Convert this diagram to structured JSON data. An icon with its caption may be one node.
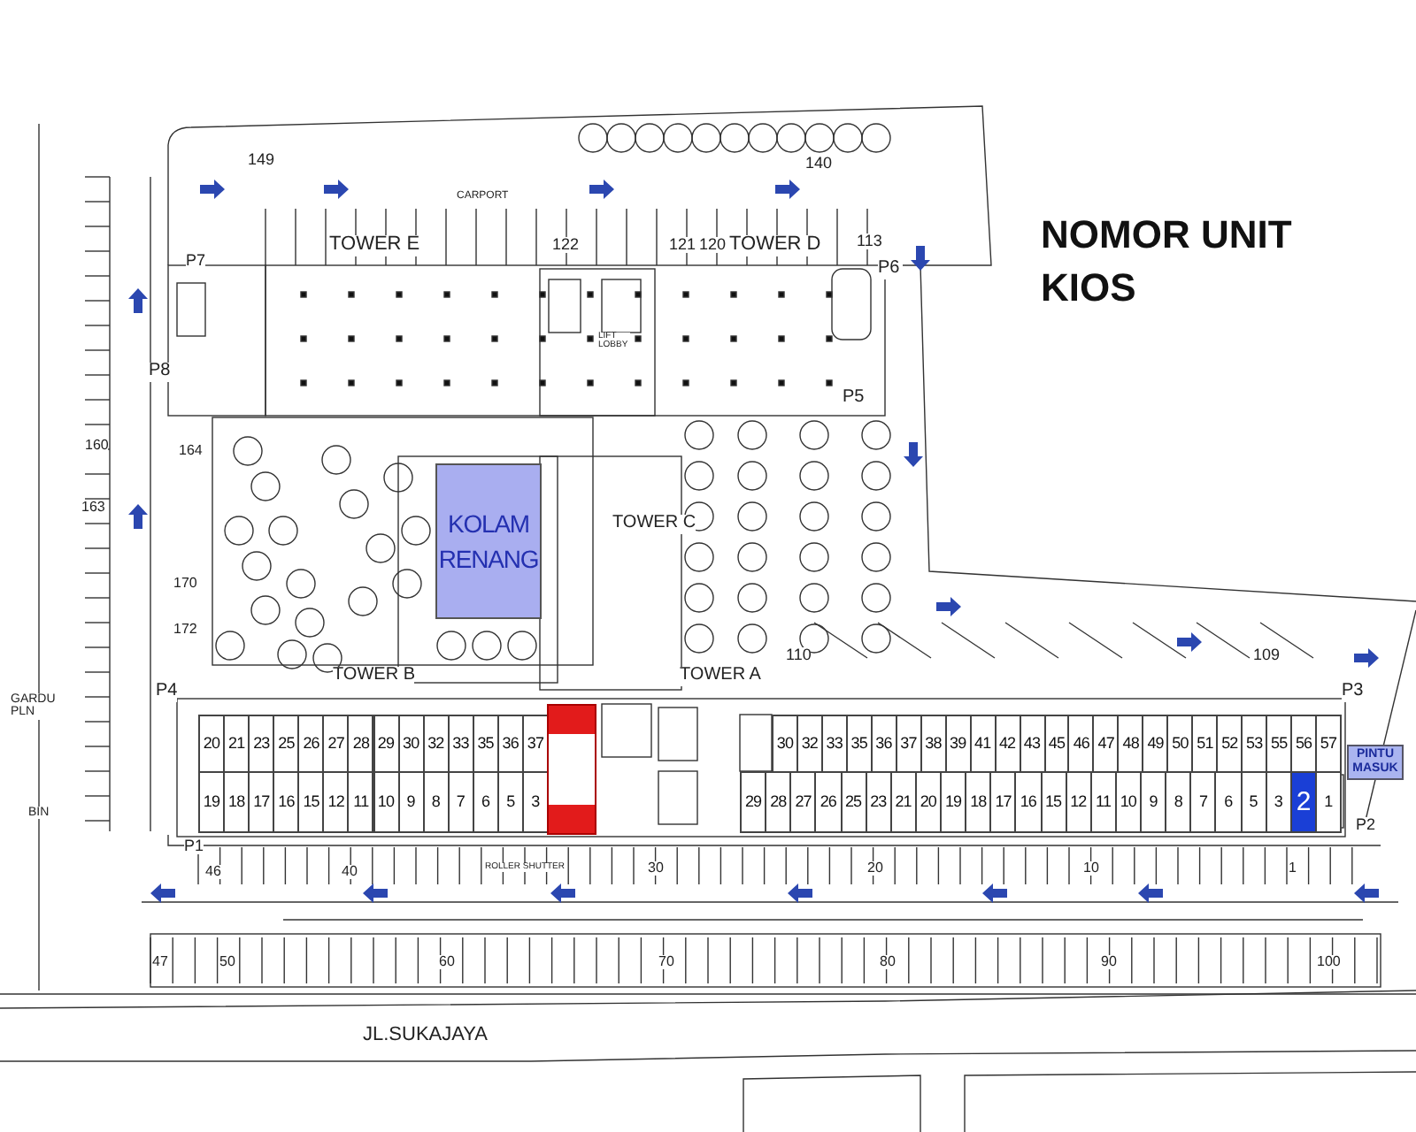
{
  "diagram": {
    "title": "NOMOR UNIT KIOS",
    "nodes": [
      {
        "text": [
          "KOLAM RENANG"
        ]
      },
      {
        "text": [
          "20"
        ]
      },
      {
        "text": [
          "21"
        ]
      },
      {
        "text": [
          "23"
        ]
      },
      {
        "text": [
          "25"
        ]
      },
      {
        "text": [
          "26"
        ]
      },
      {
        "text": [
          "27"
        ]
      },
      {
        "text": [
          "28"
        ]
      },
      {
        "text": [
          "29"
        ]
      },
      {
        "text": [
          "30"
        ]
      },
      {
        "text": [
          "32"
        ]
      },
      {
        "text": [
          "33"
        ]
      },
      {
        "text": [
          "35"
        ]
      },
      {
        "text": [
          "36"
        ]
      },
      {
        "text": [
          "37"
        ]
      },
      {
        "text": [
          "19"
        ]
      },
      {
        "text": [
          "18"
        ]
      },
      {
        "text": [
          "17"
        ]
      },
      {
        "text": [
          "16"
        ]
      },
      {
        "text": [
          "15"
        ]
      },
      {
        "text": [
          "12"
        ]
      },
      {
        "text": [
          "11"
        ]
      },
      {
        "text": [
          "10"
        ]
      },
      {
        "text": [
          "9"
        ]
      },
      {
        "text": [
          "8"
        ]
      },
      {
        "text": [
          "7"
        ]
      },
      {
        "text": [
          "6"
        ]
      },
      {
        "text": [
          "5"
        ]
      },
      {
        "text": [
          "3"
        ]
      },
      {
        "text": [],
        "shape": "box"
      },
      {
        "text": [
          "30"
        ]
      },
      {
        "text": [
          "32"
        ]
      },
      {
        "text": [
          "33"
        ]
      },
      {
        "text": [
          "35"
        ]
      },
      {
        "text": [
          "36"
        ]
      },
      {
        "text": [
          "37"
        ]
      },
      {
        "text": [
          "38"
        ]
      },
      {
        "text": [
          "39"
        ]
      },
      {
        "text": [
          "41"
        ]
      },
      {
        "text": [
          "42"
        ]
      },
      {
        "text": [
          "43"
        ]
      },
      {
        "text": [
          "45"
        ]
      },
      {
        "text": [
          "46"
        ]
      },
      {
        "text": [
          "47"
        ]
      },
      {
        "text": [
          "48"
        ]
      },
      {
        "text": [
          "49"
        ]
      },
      {
        "text": [
          "50"
        ]
      },
      {
        "text": [
          "51"
        ]
      },
      {
        "text": [
          "52"
        ]
      },
      {
        "text": [
          "53"
        ]
      },
      {
        "text": [
          "55"
        ]
      },
      {
        "text": [
          "56"
        ]
      },
      {
        "text": [
          "57"
        ]
      },
      {
        "text": [
          "29"
        ]
      },
      {
        "text": [
          "28"
        ]
      },
      {
        "text": [
          "27"
        ]
      },
      {
        "text": [
          "26"
        ]
      },
      {
        "text": [
          "25"
        ]
      },
      {
        "text": [
          "23"
        ]
      },
      {
        "text": [
          "21"
        ]
      },
      {
        "text": [
          "20"
        ]
      },
      {
        "text": [
          "19"
        ]
      },
      {
        "text": [
          "18"
        ]
      },
      {
        "text": [
          "17"
        ]
      },
      {
        "text": [
          "16"
        ]
      },
      {
        "text": [
          "15"
        ]
      },
      {
        "text": [
          "12"
        ]
      },
      {
        "text": [
          "11"
        ]
      },
      {
        "text": [
          "10"
        ]
      },
      {
        "text": [
          "9"
        ]
      },
      {
        "text": [
          "8"
        ]
      },
      {
        "text": [
          "7"
        ]
      },
      {
        "text": [
          "6"
        ]
      },
      {
        "text": [
          "5"
        ]
      },
      {
        "text": [
          "3"
        ]
      },
      {
        "text": [
          "2"
        ]
      },
      {
        "text": [
          "1"
        ]
      },
      {
        "text": [
          "PINTU MASUK"
        ]
      }
    ],
    "labels": [
      "CARPORT",
      "149",
      "140",
      "TOWER E",
      "122",
      "121",
      "120",
      "TOWER D",
      "113",
      "P7",
      "P6",
      "LIFT LOBBY",
      "P8",
      "P5",
      "160",
      "164",
      "163",
      "TOWER C",
      "170",
      "172",
      "110",
      "109",
      "TOWER B",
      "TOWER A",
      "P4",
      "P3",
      "GARDU PLN",
      "BIN",
      "P1",
      "P2",
      "46",
      "40",
      "ROLLER SHUTTER",
      "30",
      "20",
      "10",
      "1",
      "47",
      "50",
      "60",
      "70",
      "80",
      "90",
      "100",
      "JL.SUKAJAYA"
    ]
  }
}
